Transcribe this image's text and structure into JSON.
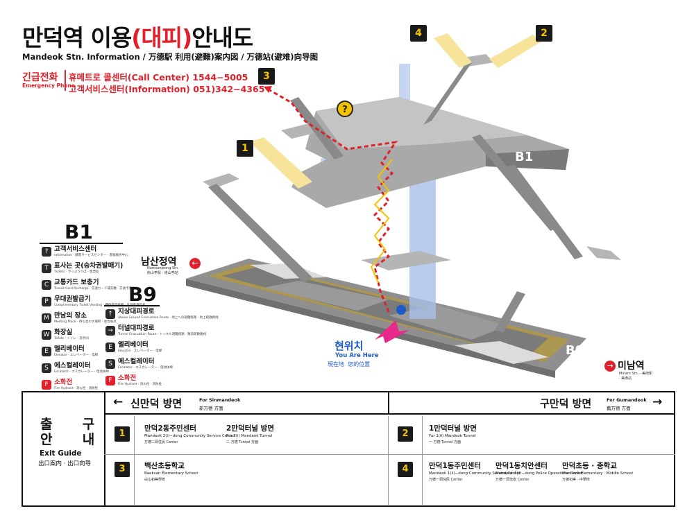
{
  "header": {
    "title_pre": "만덕역 이용",
    "title_red": "(대피)",
    "title_post": "안내도",
    "subtitle": "Mandeok Stn. Information / 万德駅 利用(避難)案内図 / 万德站(避难)向导图",
    "emergency_label": "긴급전화",
    "emergency_sub": "Emergency Phone",
    "call_center": "휴메트로 콜센터(Call Center) 1544−5005",
    "info_center": "고객서비스센터(Information) 051)342−4365"
  },
  "legend_b1": {
    "title": "B1",
    "items": [
      {
        "label": "고객서비스센터",
        "sub": "Information · 顧客サービスセンター · 客服服务中心",
        "icon": "?"
      },
      {
        "label": "표사는 곳(승차권발매기)",
        "sub": "Tickets · きっぷうりば · 售票处",
        "icon": "T"
      },
      {
        "label": "교통카드 보충기",
        "sub": "Transit Card Recharge · 交通カード補充機 · 交通卡充值机",
        "icon": "C"
      },
      {
        "label": "우대권발급기",
        "sub": "Complimentary Ticket Vending · 優待券発給機 · 优待券发售机",
        "icon": "P"
      },
      {
        "label": "만남의 장소",
        "sub": "Meeting Place · 待ち合わせ場所 · 会合地点",
        "icon": "M"
      },
      {
        "label": "화장실",
        "sub": "Toilets · トイレ · 洗手间",
        "icon": "W"
      },
      {
        "label": "엘리베이터",
        "sub": "Elevator · エレベーター · 电梯",
        "icon": "E"
      },
      {
        "label": "에스컬레이터",
        "sub": "Escalator · エスカレーター · 电动扶梯",
        "icon": "S"
      },
      {
        "label": "소화전",
        "sub": "Fire Hydrant · 消火栓 · 消防栓",
        "icon": "F"
      }
    ]
  },
  "legend_b9": {
    "title": "B9",
    "items": [
      {
        "label": "지상대피경로",
        "sub": "Above Ground Evacuation Route · 地上への避難経路 · 地上疏散路线",
        "icon": "↑"
      },
      {
        "label": "터널대피경로",
        "sub": "Tunnel Evacuation Route · トンネル避難経路 · 隧道疏散路线",
        "icon": "→"
      },
      {
        "label": "엘리베이터",
        "sub": "Elevator · エレベーター · 电梯",
        "icon": "E"
      },
      {
        "label": "에스컬레이터",
        "sub": "Escalator · エスカレーター · 电动扶梯",
        "icon": "S"
      },
      {
        "label": "소화전",
        "sub": "Fire Hydrant · 消火栓 · 消防栓",
        "icon": "F"
      }
    ]
  },
  "diagram": {
    "exits": [
      "1",
      "2",
      "3",
      "4"
    ],
    "level_b1": "B1",
    "level_b9": "B9",
    "stations": {
      "namsanjeong_kr": "남산정역",
      "namsanjeong_sub": "Namsanjeong Stn. · 南山亭駅 · 南山亭站",
      "minam_kr": "미남역",
      "minam_sub": "Minam Stn. · 美南駅 · 美南站"
    },
    "you_are_here": {
      "kr": "현위치",
      "en": "You Are Here",
      "cn": "現在地  您的位置"
    }
  },
  "exit_guide": {
    "title_kr_1": "출  구",
    "title_kr_2": "안  내",
    "title_en": "Exit Guide",
    "title_cn": "出口案内 · 出口向导",
    "dir_left_kr": "신만덕 방면",
    "dir_left_en": "For Sinmandeok",
    "dir_left_cn": "新万德 方面",
    "dir_right_kr": "구만덕 방면",
    "dir_right_en": "For Gumandeok",
    "dir_right_cn": "舊万德 方面",
    "exit1": {
      "num": "1",
      "a_kr": "만덕2동주민센터",
      "a_en": "Mandeok 2(i)−dong Community Service Center",
      "a_cn": "万德二洞住民 Center",
      "b_kr": "2만덕터널 방면",
      "b_en": "For 2(i) Mandeok Tunnel",
      "b_cn": "二 万德 Tunnel 方面"
    },
    "exit3": {
      "num": "3",
      "a_kr": "백산초등학교",
      "a_en": "Baeksan Elementary School",
      "a_cn": "白山初等學校"
    },
    "exit2": {
      "num": "2",
      "a_kr": "1만덕터널 방면",
      "a_en": "For 1(il) Mandeok Tunnel",
      "a_cn": "一 万德 Tunnel 方面"
    },
    "exit4": {
      "num": "4",
      "a_kr": "만덕1동주민센터",
      "a_en": "Mandeok 1(il)−dong Community Service Center",
      "a_cn": "万德一洞住民 Center",
      "b_kr": "만덕1동치안센터",
      "b_en": "Mandeok 1(il)−dong Police Operations Center",
      "b_cn": "万德一洞治安 Center",
      "c_kr": "만덕초등 · 중학교",
      "c_en": "Mandeok Elementary · Middle School",
      "c_cn": "万德初等 · 中學校"
    }
  }
}
